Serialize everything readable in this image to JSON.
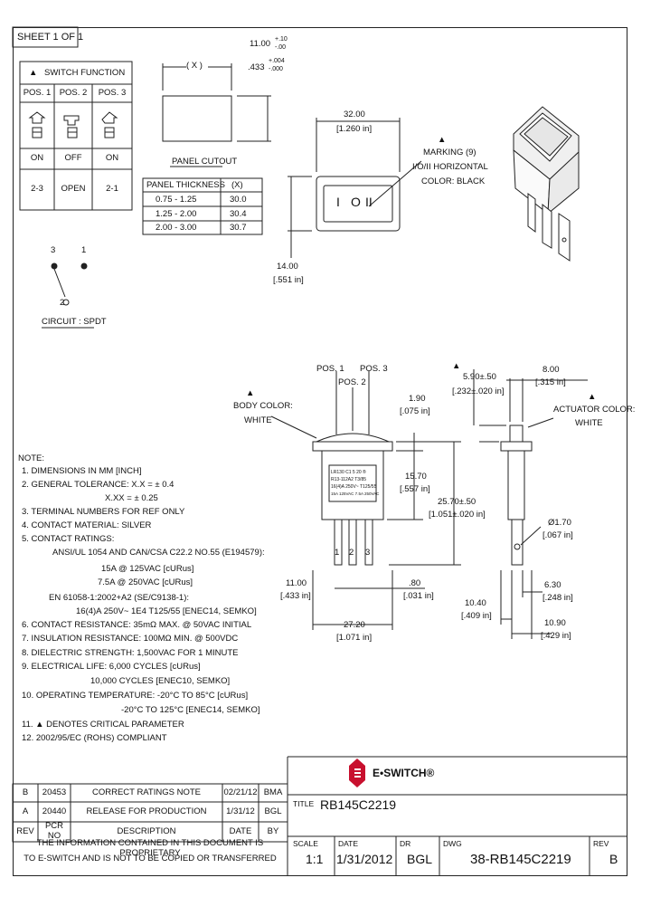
{
  "sheet": {
    "label": "SHEET 1 OF 1"
  },
  "switch_function": {
    "title": "SWITCH FUNCTION",
    "triangle": "▲",
    "positions": [
      "POS. 1",
      "POS. 2",
      "POS. 3"
    ],
    "states": [
      "ON",
      "OFF",
      "ON"
    ],
    "connections": [
      "2-3",
      "OPEN",
      "2-1"
    ]
  },
  "circuit": {
    "terminals": [
      "3",
      "1",
      "2"
    ],
    "label": "CIRCUIT : SPDT"
  },
  "panel": {
    "width_mm": "11.00",
    "tol_mm_plus": "+.10",
    "tol_mm_minus": "-.00",
    "width_in": ".433",
    "tol_in_plus": "+.004",
    "tol_in_minus": "-.000",
    "x_label": "( X )",
    "cutout_label": "PANEL CUTOUT",
    "table_headers": [
      "PANEL THICKNESS",
      "(X)"
    ],
    "table_rows": [
      [
        "0.75 - 1.25",
        "30.0"
      ],
      [
        "1.25 - 2.00",
        "30.4"
      ],
      [
        "2.00 - 3.00",
        "30.7"
      ]
    ]
  },
  "front_view": {
    "width_mm": "32.00",
    "width_in": "[1.260 in]",
    "height_mm": "14.00",
    "height_in": "[.551 in]",
    "marking_line1": "MARKING (9)",
    "marking_line2": "I/O/II HORIZONTAL",
    "marking_line3": "COLOR: BLACK",
    "marking_triangle": "▲",
    "symbols": [
      "I",
      "O",
      "II"
    ]
  },
  "side_view": {
    "pos1": "POS. 1",
    "pos2": "POS. 2",
    "pos3": "POS. 3",
    "body_color_line1": "BODY COLOR:",
    "body_color_line2": "WHITE",
    "body_triangle": "▲",
    "dim_190_mm": "1.90",
    "dim_190_in": "[.075 in]",
    "dim_1570_mm": "15.70",
    "dim_1570_in": "[.557 in]",
    "dim_2570_mm": "25.70±.50",
    "dim_2570_in": "[1.051±.020 in]",
    "dim_1100_mm": "11.00",
    "dim_1100_in": "[.433 in]",
    "dim_080_mm": ".80",
    "dim_080_in": "[.031 in]",
    "dim_2720_mm": "27.20",
    "dim_2720_in": "[1.071 in]",
    "terminal_labels": [
      "1",
      "2",
      "3"
    ],
    "label_lines": [
      "LR130 C1 5 20 ®",
      "R13-112A2 T3/85",
      "16(4)A 250V~ T125/55",
      "15A 125VAC 7.5A 250VAC"
    ]
  },
  "end_view": {
    "dim_590_mm": "5.90±.50",
    "dim_590_in": "[.232±.020 in]",
    "dim_800_mm": "8.00",
    "dim_800_in": "[.315 in]",
    "actuator_color_line1": "ACTUATOR COLOR:",
    "actuator_color_line2": "WHITE",
    "actuator_triangle": "▲",
    "triangle_590": "▲",
    "dim_170_mm": "Ø1.70",
    "dim_170_in": "[.067 in]",
    "dim_630_mm": "6.30",
    "dim_630_in": "[.248 in]",
    "dim_1040_mm": "10.40",
    "dim_1040_in": "[.409 in]",
    "dim_1090_mm": "10.90",
    "dim_1090_in": "[.429 in]"
  },
  "notes": {
    "heading": "NOTE:",
    "lines": [
      "1. DIMENSIONS IN MM [INCH]",
      "2. GENERAL TOLERANCE:  X.X = ± 0.4",
      "X.XX = ± 0.25",
      "3. TERMINAL NUMBERS FOR REF ONLY",
      "4. CONTACT MATERIAL: SILVER",
      "5. CONTACT RATINGS:",
      "ANSI/UL 1054 AND CAN/CSA C22.2 NO.55 (E194579):",
      "15A @ 125VAC [cURus]",
      "7.5A @ 250VAC [cURus]",
      "EN 61058-1:2002+A2 (SE/C9138-1):",
      "16(4)A 250V~ 1E4 T125/55 [ENEC14, SEMKO]",
      "6. CONTACT RESISTANCE: 35mΩ MAX. @ 50VAC INITIAL",
      "7. INSULATION RESISTANCE: 100MΩ MIN. @ 500VDC",
      "8. DIELECTRIC STRENGTH: 1,500VAC FOR 1 MINUTE",
      "9. ELECTRICAL LIFE: 6,000 CYCLES [cURus]",
      "10,000 CYCLES [ENEC10, SEMKO]",
      "10. OPERATING TEMPERATURE: -20°C TO 85°C [cURus]",
      "-20°C TO 125°C [ENEC14, SEMKO]",
      "11. ▲ DENOTES CRITICAL PARAMETER",
      "12. 2002/95/EC (ROHS) COMPLIANT"
    ]
  },
  "revisions": {
    "header": [
      "REV",
      "PCR NO",
      "DESCRIPTION",
      "DATE",
      "BY"
    ],
    "rows": [
      [
        "B",
        "20453",
        "CORRECT RATINGS NOTE",
        "02/21/12",
        "BMA"
      ],
      [
        "A",
        "20440",
        "RELEASE FOR PRODUCTION",
        "1/31/12",
        "BGL"
      ]
    ],
    "proprietary_line1": "THE INFORMATION CONTAINED IN THIS DOCUMENT IS PROPRIETARY",
    "proprietary_line2": "TO E-SWITCH AND IS NOT TO BE COPIED OR TRANSFERRED"
  },
  "title_block": {
    "brand": "E•SWITCH®",
    "title_label": "TITLE",
    "title": "RB145C2219",
    "scale_label": "SCALE",
    "scale": "1:1",
    "date_label": "DATE",
    "date": "1/31/2012",
    "dr_label": "DR",
    "dr": "BGL",
    "dwg_label": "DWG",
    "dwg": "38-RB145C2219",
    "rev_label": "REV",
    "rev": "B"
  },
  "colors": {
    "line": "#222222",
    "brand_red": "#c8102e",
    "body_white": "#ffffff",
    "shade": "#dcdcdc"
  }
}
